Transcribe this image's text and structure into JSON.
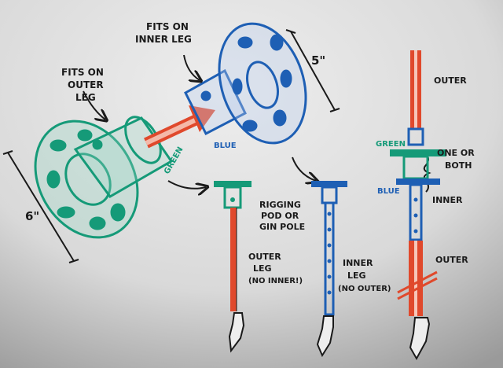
{
  "colors": {
    "green": "#159a78",
    "blue": "#1e5fb4",
    "red": "#e0492c",
    "black": "#1a1a1a",
    "board": "#dcdcdc"
  },
  "labels": {
    "fits_outer_1": "FITS ON",
    "fits_outer_2": "OUTER",
    "fits_outer_3": "LEG",
    "fits_inner_1": "FITS ON",
    "fits_inner_2": "INNER LEG",
    "dim_5": "5\"",
    "dim_6": "6\"",
    "green_tag": "GREEN",
    "blue_tag": "BLUE",
    "pod_1": "RIGGING",
    "pod_2": "POD OR",
    "pod_3": "GIN POLE",
    "outer_leg_1": "OUTER",
    "outer_leg_2": "LEG",
    "outer_leg_3": "(NO INNER!)",
    "inner_leg_1": "INNER",
    "inner_leg_2": "LEG",
    "inner_leg_3": "(NO OUTER)",
    "right_outer_top": "OUTER",
    "right_green": "GREEN",
    "one_or_1": "ONE OR",
    "one_or_2": "BOTH",
    "right_blue": "BLUE",
    "right_inner": "INNER",
    "right_outer_bottom": "OUTER"
  }
}
